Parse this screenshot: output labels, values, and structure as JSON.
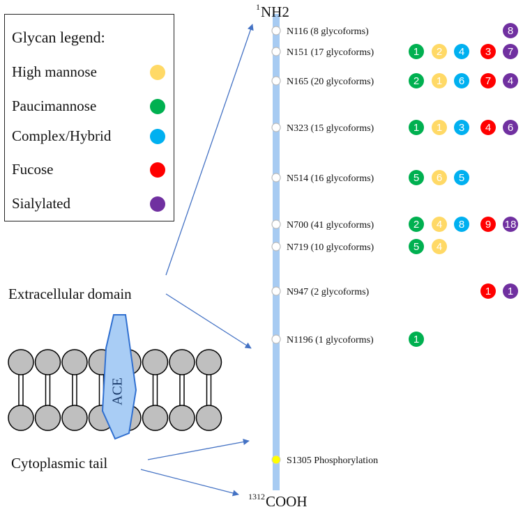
{
  "legend": {
    "title": "Glycan legend:",
    "items": [
      {
        "label": "High mannose",
        "color": "#ffd966"
      },
      {
        "label": "Paucimannose",
        "color": "#00b050"
      },
      {
        "label": "Complex/Hybrid",
        "color": "#00b0f0"
      },
      {
        "label": "Fucose",
        "color": "#ff0000"
      },
      {
        "label": "Sialylated",
        "color": "#7030a0"
      }
    ]
  },
  "protein": {
    "n_terminus": "NH2",
    "n_start": "1",
    "c_terminus": "COOH",
    "c_end": "1312",
    "chain_color": "#a7cbf2"
  },
  "regions": {
    "extracellular": "Extracellular domain",
    "cytoplasmic": "Cytoplasmic tail",
    "protein_label": "ACE"
  },
  "sites": [
    {
      "label": "N116 (8 glycoforms)",
      "counts": {
        "paucimannose": "",
        "high_mannose": "",
        "complex": "",
        "fucose": "",
        "sialylated": "8"
      }
    },
    {
      "label": "N151 (17 glycoforms)",
      "counts": {
        "paucimannose": "1",
        "high_mannose": "2",
        "complex": "4",
        "fucose": "3",
        "sialylated": "7"
      }
    },
    {
      "label": "N165 (20 glycoforms)",
      "counts": {
        "paucimannose": "2",
        "high_mannose": "1",
        "complex": "6",
        "fucose": "7",
        "sialylated": "4"
      }
    },
    {
      "label": "N323 (15 glycoforms)",
      "counts": {
        "paucimannose": "1",
        "high_mannose": "1",
        "complex": "3",
        "fucose": "4",
        "sialylated": "6"
      }
    },
    {
      "label": "N514 (16 glycoforms)",
      "counts": {
        "paucimannose": "5",
        "high_mannose": "6",
        "complex": "5",
        "fucose": "",
        "sialylated": ""
      }
    },
    {
      "label": "N700 (41 glycoforms)",
      "counts": {
        "paucimannose": "2",
        "high_mannose": "4",
        "complex": "8",
        "fucose": "9",
        "sialylated": "18"
      }
    },
    {
      "label": "N719 (10 glycoforms)",
      "counts": {
        "paucimannose": "5",
        "high_mannose": "4",
        "complex": "",
        "fucose": "",
        "sialylated": ""
      }
    },
    {
      "label": "N947 (2 glycoforms)",
      "counts": {
        "paucimannose": "",
        "high_mannose": "",
        "complex": "",
        "fucose": "1",
        "sialylated": "1"
      }
    },
    {
      "label": "N1196 (1 glycoforms)",
      "counts": {
        "paucimannose": "1",
        "high_mannose": "",
        "complex": "",
        "fucose": "",
        "sialylated": ""
      }
    }
  ],
  "phospho_site": {
    "label": "S1305 Phosphorylation",
    "color": "#ffff00"
  },
  "colors": {
    "arrow": "#4472c4",
    "lipid_fill": "#bfbfbf",
    "ace_fill": "#a9cdf5",
    "ace_stroke": "#2f6fd0"
  }
}
